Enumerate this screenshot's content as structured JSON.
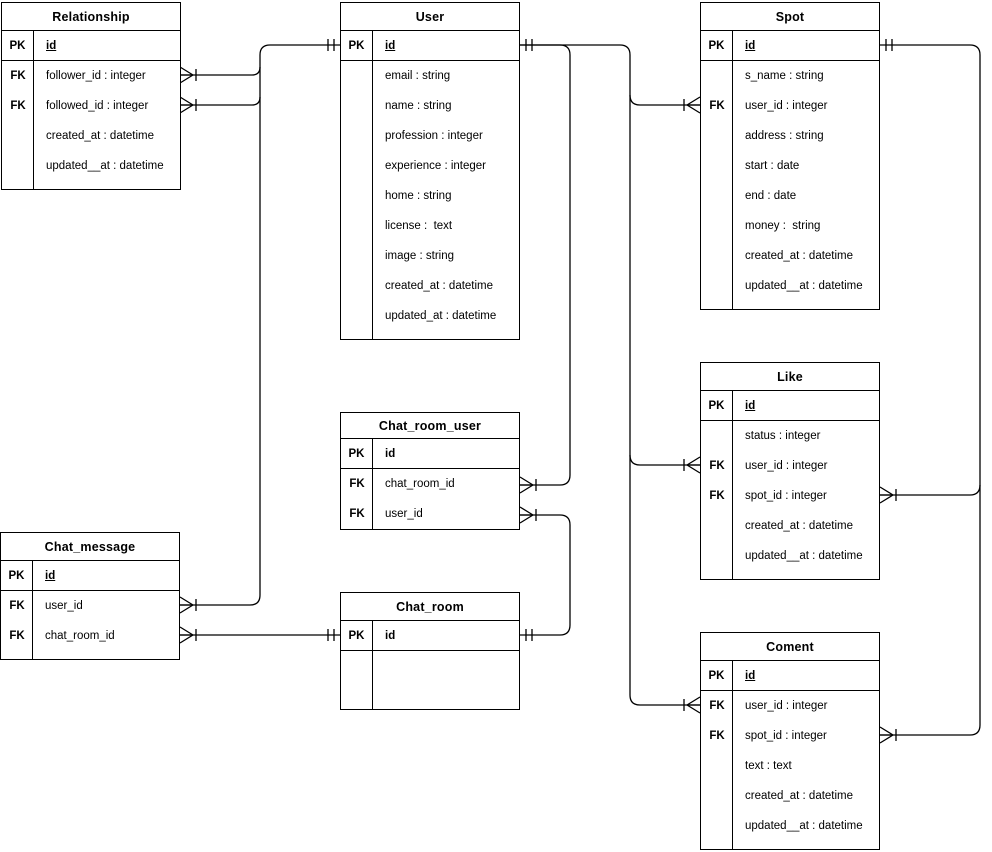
{
  "diagram_type": "entity-relationship",
  "colors": {
    "line": "#000000",
    "text": "#000000",
    "background": "#ffffff",
    "table_fill": "#ffffff"
  },
  "notation": {
    "many_end": "crow-foot-with-bar",
    "one_end": "double-bar"
  },
  "tables": {
    "relationship": {
      "title": "Relationship",
      "pk": {
        "key": "PK",
        "field": "id"
      },
      "rows": [
        {
          "key": "FK",
          "text": "follower_id : integer"
        },
        {
          "key": "FK",
          "text": "followed_id : integer"
        },
        {
          "key": "",
          "text": "created_at : datetime"
        },
        {
          "key": "",
          "text": "updated__at : datetime"
        }
      ]
    },
    "user": {
      "title": "User",
      "pk": {
        "key": "PK",
        "field": "id"
      },
      "rows": [
        {
          "key": "",
          "text": "email : string"
        },
        {
          "key": "",
          "text": "name : string"
        },
        {
          "key": "",
          "text": "profession : integer"
        },
        {
          "key": "",
          "text": "experience : integer"
        },
        {
          "key": "",
          "text": "home : string"
        },
        {
          "key": "",
          "text": "license :  text"
        },
        {
          "key": "",
          "text": "image : string"
        },
        {
          "key": "",
          "text": "created_at : datetime"
        },
        {
          "key": "",
          "text": "updated_at : datetime"
        }
      ]
    },
    "spot": {
      "title": "Spot",
      "pk": {
        "key": "PK",
        "field": "id"
      },
      "rows": [
        {
          "key": "",
          "text": "s_name : string"
        },
        {
          "key": "FK",
          "text": "user_id : integer"
        },
        {
          "key": "",
          "text": "address : string"
        },
        {
          "key": "",
          "text": "start : date"
        },
        {
          "key": "",
          "text": "end : date"
        },
        {
          "key": "",
          "text": "money :  string"
        },
        {
          "key": "",
          "text": "created_at : datetime"
        },
        {
          "key": "",
          "text": "updated__at : datetime"
        }
      ]
    },
    "like": {
      "title": "Like",
      "pk": {
        "key": "PK",
        "field": "id"
      },
      "rows": [
        {
          "key": "",
          "text": "status : integer"
        },
        {
          "key": "FK",
          "text": "user_id : integer"
        },
        {
          "key": "FK",
          "text": "spot_id : integer"
        },
        {
          "key": "",
          "text": "created_at : datetime"
        },
        {
          "key": "",
          "text": "updated__at : datetime"
        }
      ]
    },
    "coment": {
      "title": "Coment",
      "pk": {
        "key": "PK",
        "field": "id"
      },
      "rows": [
        {
          "key": "FK",
          "text": "user_id : integer"
        },
        {
          "key": "FK",
          "text": "spot_id : integer"
        },
        {
          "key": "",
          "text": "text : text"
        },
        {
          "key": "",
          "text": "created_at : datetime"
        },
        {
          "key": "",
          "text": "updated__at : datetime"
        }
      ]
    },
    "chat_room_user": {
      "title": "Chat_room_user",
      "pk": {
        "key": "PK",
        "field": "id"
      },
      "rows": [
        {
          "key": "FK",
          "text": "chat_room_id"
        },
        {
          "key": "FK",
          "text": "user_id"
        }
      ]
    },
    "chat_message": {
      "title": "Chat_message",
      "pk": {
        "key": "PK",
        "field": "id"
      },
      "rows": [
        {
          "key": "FK",
          "text": "user_id"
        },
        {
          "key": "FK",
          "text": "chat_room_id"
        }
      ]
    },
    "chat_room": {
      "title": "Chat_room",
      "pk": {
        "key": "PK",
        "field": "id"
      },
      "rows": []
    }
  },
  "connections": [
    {
      "from": "User.id",
      "to": "Relationship.follower_id",
      "from_card": "one",
      "to_card": "many"
    },
    {
      "from": "User.id",
      "to": "Relationship.followed_id",
      "from_card": "one",
      "to_card": "many"
    },
    {
      "from": "User.id",
      "to": "Chat_message.user_id",
      "from_card": "one",
      "to_card": "many"
    },
    {
      "from": "User.id",
      "to": "Chat_room_user.chat_room_id",
      "from_card": "one",
      "to_card": "many"
    },
    {
      "from": "User.id",
      "to": "Spot.user_id",
      "from_card": "one",
      "to_card": "many"
    },
    {
      "from": "User.id",
      "to": "Like.user_id",
      "from_card": "one",
      "to_card": "many"
    },
    {
      "from": "User.id",
      "to": "Coment.user_id",
      "from_card": "one",
      "to_card": "many"
    },
    {
      "from": "Chat_room.id",
      "to": "Chat_room_user.user_id",
      "from_card": "one",
      "to_card": "many"
    },
    {
      "from": "Chat_room.id",
      "to": "Chat_message.chat_room_id",
      "from_card": "one",
      "to_card": "many"
    },
    {
      "from": "Spot.id",
      "to": "Like.spot_id",
      "from_card": "one",
      "to_card": "many"
    },
    {
      "from": "Spot.id",
      "to": "Coment.spot_id",
      "from_card": "one",
      "to_card": "many"
    }
  ]
}
